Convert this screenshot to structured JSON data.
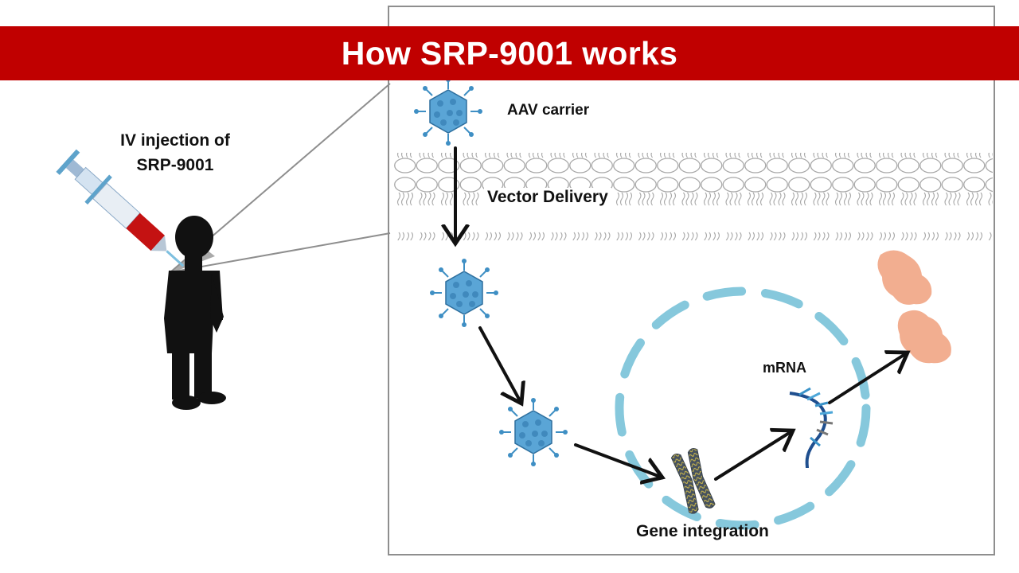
{
  "title": "How SRP-9001 works",
  "labels": {
    "injection_line1": "IV injection of",
    "injection_line2": "SRP-9001",
    "aav_carrier": "AAV carrier",
    "vector_delivery": "Vector Delivery",
    "mrna": "mRNA",
    "gene_integration": "Gene integration"
  },
  "colors": {
    "banner": "#c00000",
    "aav_particle": "#3f8fc4",
    "nucleus_ring": "#86c8dc",
    "protein": "#f0a07c",
    "arrow": "#111111"
  }
}
